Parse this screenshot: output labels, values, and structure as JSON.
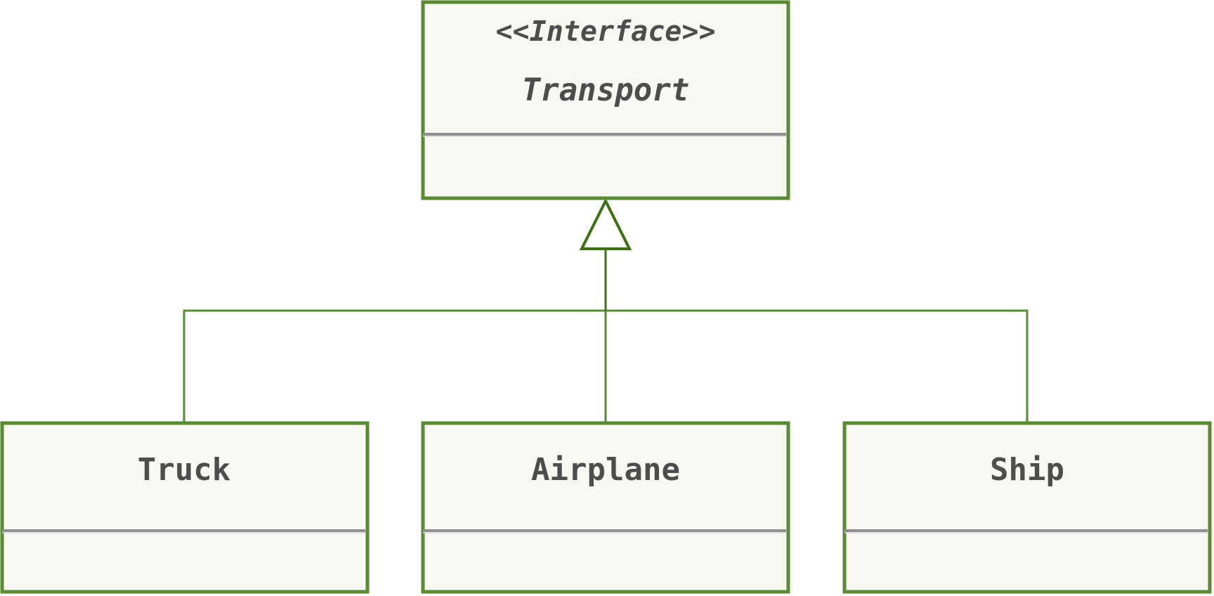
{
  "interface": {
    "stereotype": "<<Interface>>",
    "name": "Transport"
  },
  "classes": [
    {
      "name": "Truck"
    },
    {
      "name": "Airplane"
    },
    {
      "name": "Ship"
    }
  ],
  "colors": {
    "border": "#5b8a35",
    "fill": "#f8f7f1",
    "text": "#4d4d4d",
    "separator": "#8f8f8f"
  }
}
